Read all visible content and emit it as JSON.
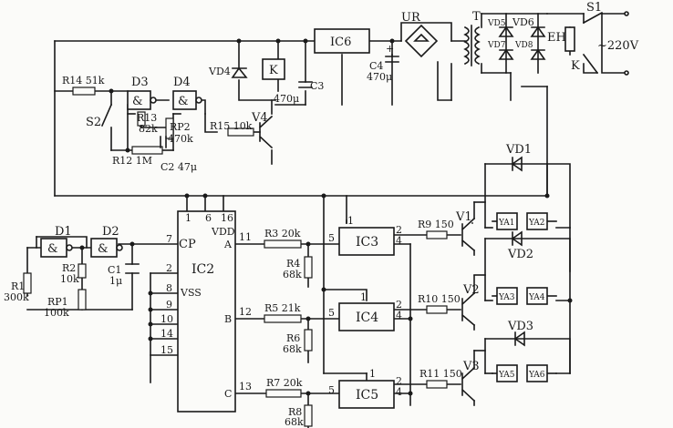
{
  "ic": {
    "ic2": "IC2",
    "ic3": "IC3",
    "ic4": "IC4",
    "ic5": "IC5",
    "ic6": "IC6",
    "pin_cp": "CP",
    "pin_vdd": "VDD",
    "pin_vss": "VSS",
    "pin_a": "A",
    "pin_b": "B",
    "pin_c": "C",
    "pin_1": "1",
    "pin_6": "6",
    "pin_16": "16",
    "pin_7": "7",
    "pin_2": "2",
    "pin_8": "8",
    "pin_9": "9",
    "pin_10": "10",
    "pin_14": "14",
    "pin_15": "15",
    "pin_11": "11",
    "pin_12": "12",
    "pin_13": "13",
    "pin_5": "5",
    "pin_4": "4"
  },
  "gates": {
    "d1": "D1",
    "d2": "D2",
    "d3": "D3",
    "d4": "D4",
    "and": "&"
  },
  "resistors": {
    "r1": "R1",
    "r1v": "300k",
    "r2": "R2",
    "r2v": "10k",
    "rp1": "RP1",
    "rp1v": "100k",
    "r3": "R3 20k",
    "r4": "R4",
    "r4v": "68k",
    "r5": "R5 21k",
    "r6": "R6",
    "r6v": "68k",
    "r7": "R7 20k",
    "r8": "R8",
    "r8v": "68k",
    "r9": "R9 150",
    "r10": "R10 150",
    "r11": "R11 150",
    "r12": "R12 1M",
    "r13": "R13",
    "r13v": "82k",
    "r14": "R14 51k",
    "r15": "R15 10k",
    "rp2": "RP2",
    "rp2v": "470k"
  },
  "caps": {
    "c1": "C1",
    "c1v": "1μ",
    "c2": "C2 47μ",
    "c3": "C3",
    "c3v": "470μ",
    "c4": "C4",
    "c4v": "470μ"
  },
  "semis": {
    "v1": "V1",
    "v2": "V2",
    "v3": "V3",
    "v4": "V4",
    "vd1": "VD1",
    "vd2": "VD2",
    "vd3": "VD3",
    "vd4": "VD4",
    "vd5": "VD5",
    "vd6": "VD6",
    "vd7": "VD7",
    "vd8": "VD8",
    "ur": "UR"
  },
  "valves": {
    "ya1": "YA1",
    "ya2": "YA2",
    "ya3": "YA3",
    "ya4": "YA4",
    "ya5": "YA5",
    "ya6": "YA6"
  },
  "misc": {
    "s1": "S1",
    "s2": "S2",
    "k_relay": "K",
    "k_contact": "K",
    "eh": "EH",
    "t": "T",
    "mains": "~220V"
  }
}
